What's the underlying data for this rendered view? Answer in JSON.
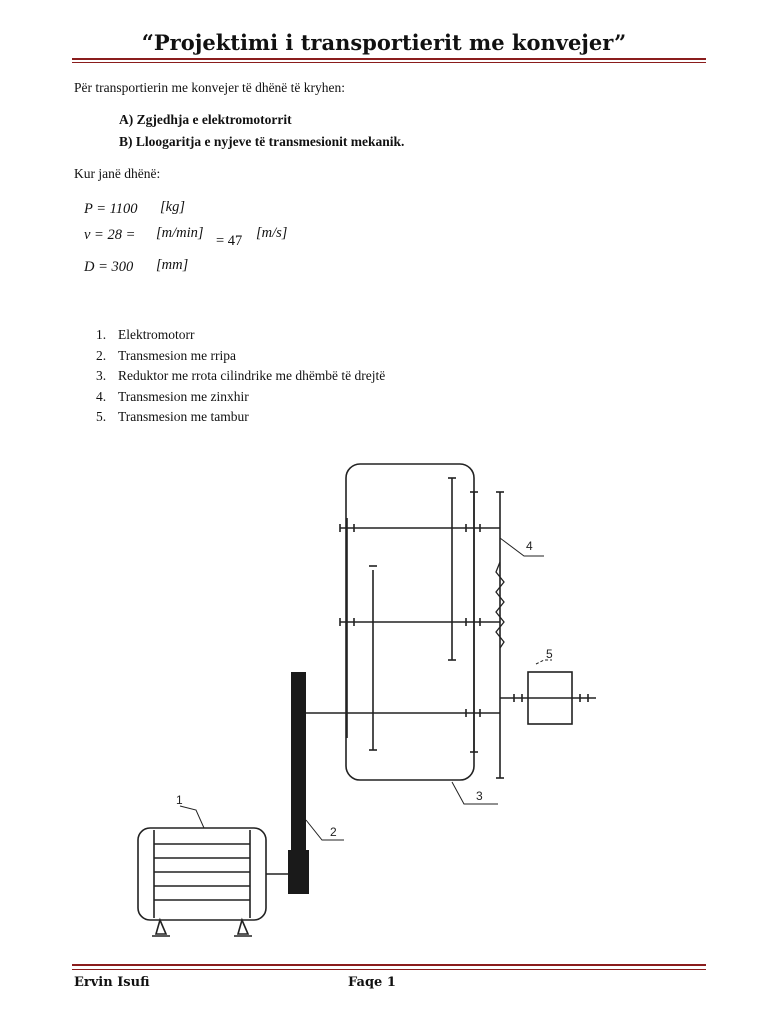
{
  "header": {
    "title": "“Projektimi i transportierit me konvejer”"
  },
  "intro": "Për transportierin me konvejer të dhënë të kryhen:",
  "tasks": [
    "A)  Zgjedhja e elektromotorrit",
    "B)  Lloogaritja e nyjeve të transmesionit mekanik."
  ],
  "given_label": "Kur janë dhënë:",
  "formulas": {
    "P": {
      "lhs": "P = 1100",
      "unit": "[kg]"
    },
    "v": {
      "lhs": "v = 28 =",
      "unit": "[m/min]",
      "eq": "= 47",
      "unit2": "[m/s]"
    },
    "D": {
      "lhs": "D = 300",
      "unit": "[mm]"
    }
  },
  "components": [
    {
      "num": "1.",
      "label": "Elektromotorr"
    },
    {
      "num": "2.",
      "label": "Transmesion me rripa"
    },
    {
      "num": "3.",
      "label": "Reduktor me rrota cilindrike me dhëmbë të drejtë"
    },
    {
      "num": "4.",
      "label": "Transmesion me zinxhir"
    },
    {
      "num": "5.",
      "label": "Transmesion me tambur"
    }
  ],
  "diagram": {
    "labels": {
      "motor": "1",
      "belt": "2",
      "reducer": "3",
      "chain": "4",
      "drum": "5"
    }
  },
  "footer": {
    "author": "Ervin Isufi",
    "page": "Faqe  1"
  }
}
